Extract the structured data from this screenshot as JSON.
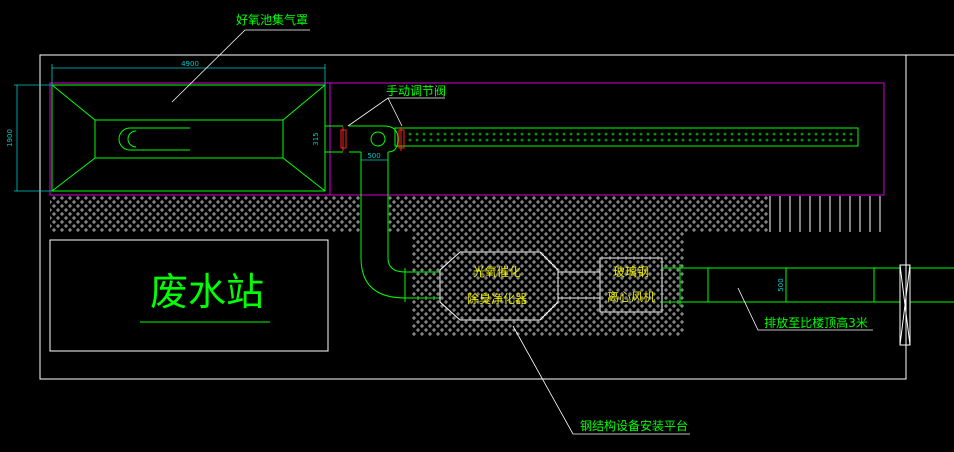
{
  "labels": {
    "hood": "好氧池集气罩",
    "valve": "手动调节阀",
    "wastewater": "废水站",
    "purifier_line1": "光氧催化",
    "purifier_line2": "除臭净化器",
    "fan_line1": "玻璃钢",
    "fan_line2": "离心风机",
    "discharge": "排放至比楼顶高3米",
    "platform": "钢结构设备安装平台"
  },
  "dimensions": {
    "hood_width": "4900",
    "hood_height": "1900",
    "duct_315": "315",
    "duct_500_h": "500",
    "duct_500_v": "500"
  },
  "colors": {
    "line_white": "#ffffff",
    "line_green": "#00ff00",
    "line_cyan": "#00c8c8",
    "line_magenta": "#d000d0",
    "line_red": "#ff2020",
    "text_green": "#00ff00",
    "text_yellow": "#e8e800"
  }
}
